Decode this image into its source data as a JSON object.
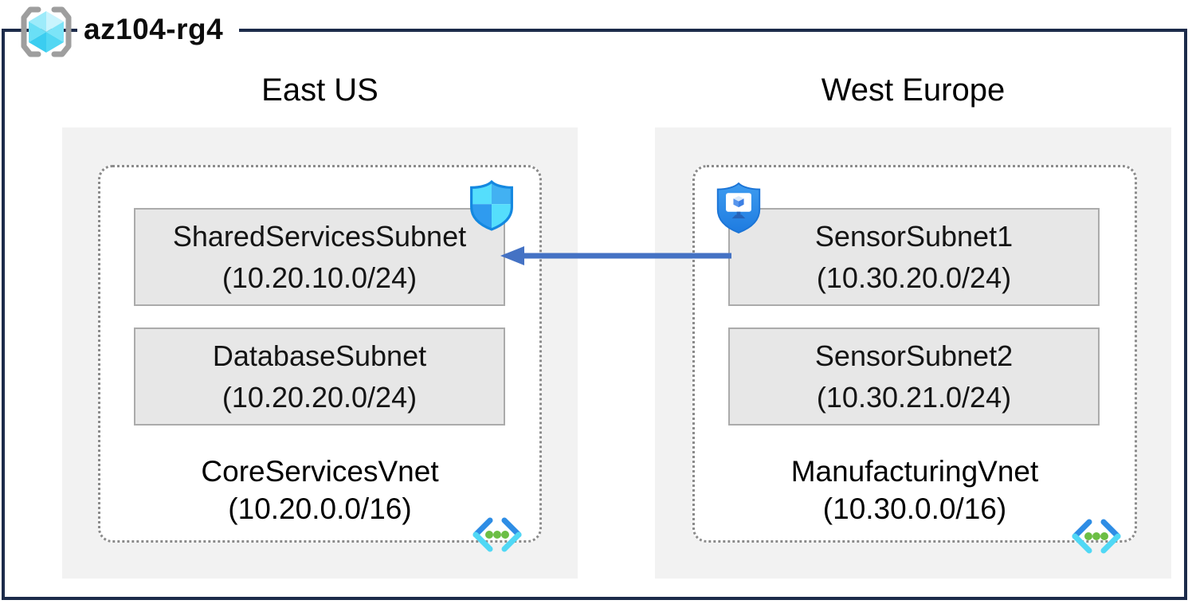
{
  "resource_group": {
    "name": "az104-rg4"
  },
  "regions": [
    {
      "name": "East US",
      "vnet": {
        "name": "CoreServicesVnet",
        "cidr": "(10.20.0.0/16)"
      },
      "subnets": [
        {
          "name": "SharedServicesSubnet",
          "cidr": "(10.20.10.0/24)"
        },
        {
          "name": "DatabaseSubnet",
          "cidr": "(10.20.20.0/24)"
        }
      ]
    },
    {
      "name": "West Europe",
      "vnet": {
        "name": "ManufacturingVnet",
        "cidr": "(10.30.0.0/16)"
      },
      "subnets": [
        {
          "name": "SensorSubnet1",
          "cidr": "(10.30.20.0/24)"
        },
        {
          "name": "SensorSubnet2",
          "cidr": "(10.30.21.0/24)"
        }
      ]
    }
  ],
  "icons": {
    "resource_group": "resource-group-icon",
    "network_security_group": "network-security-group-shield-icon",
    "application_security_group": "application-security-group-shield-icon",
    "virtual_network": "virtual-network-icon"
  },
  "arrow": {
    "from_subnet": "SensorSubnet1",
    "to_subnet": "SharedServicesSubnet",
    "direction": "right-to-left",
    "color": "#4472C4"
  },
  "colors": {
    "frame_border": "#1C2B4A",
    "region_background": "#F2F2F2",
    "subnet_background": "#E7E7E7",
    "subnet_border": "#ABABAB",
    "vnet_dotted_border": "#8B8B8B",
    "arrow_blue": "#4472C4",
    "icon_cyan": "#50E6FF",
    "icon_blue": "#2E8DE5",
    "icon_green": "#6CBE45"
  }
}
